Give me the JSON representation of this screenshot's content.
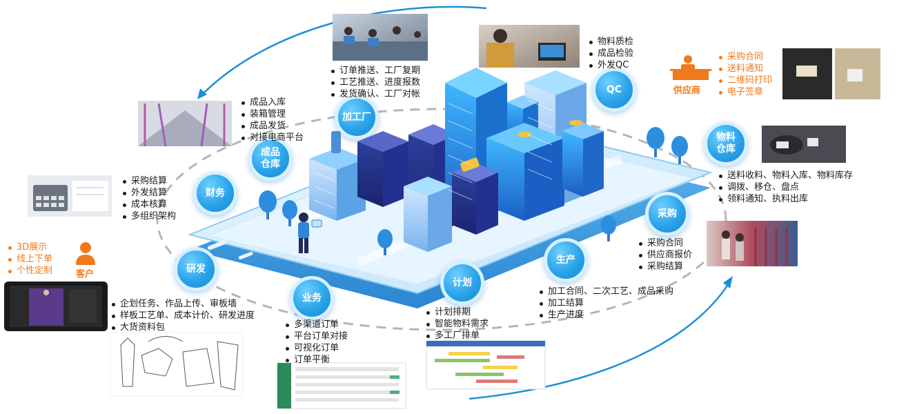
{
  "nodes": {
    "factory": "加工厂",
    "qc": "QC",
    "material_warehouse_line1": "物料",
    "material_warehouse_line2": "仓库",
    "product_warehouse_line1": "成品",
    "product_warehouse_line2": "仓库",
    "finance": "财务",
    "rnd": "研发",
    "business": "业务",
    "plan": "计划",
    "production": "生产",
    "purchase": "采购"
  },
  "lists": {
    "factory": [
      "订单推送、工厂复期",
      "工艺推送、进度报数",
      "发货确认、工厂对帐"
    ],
    "qc": [
      "物料质检",
      "成品检验",
      "外发QC"
    ],
    "supplier": [
      "采购合同",
      "送料通知",
      "二维码打印",
      "电子签章"
    ],
    "product_warehouse": [
      "成品入库",
      "装箱管理",
      "成品发货",
      "对接电商平台"
    ],
    "material_warehouse": [
      "送料收料、物料入库、物料库存",
      "调拨、移仓、盘点",
      "领料通知、执料出库"
    ],
    "finance": [
      "采购结算",
      "外发结算",
      "成本核算",
      "多组织架构"
    ],
    "customer": [
      "3D展示",
      "线上下单",
      "个性定制"
    ],
    "purchase": [
      "采购合同",
      "供应商报价",
      "采购结算"
    ],
    "rnd": [
      "企划任务、作品上传、审板墙",
      "样板工艺单、成本计价、研发进度",
      "大货资料包"
    ],
    "production": [
      "加工合同、二次工艺、成品采购",
      "加工结算",
      "生产进度"
    ],
    "plan": [
      "计划排期",
      "智能物料需求",
      "多工厂排单"
    ],
    "business": [
      "多渠道订单",
      "平台订单对接",
      "可视化订单",
      "订单平衡"
    ]
  },
  "roles": {
    "supplier": "供应商",
    "customer": "客户"
  },
  "colors": {
    "node_blue": "#2aa3ea",
    "accent_orange": "#f07a1a",
    "arrow_blue": "#1c8fd6",
    "dash_gray": "#b5b5b5"
  },
  "icons": [
    "person-desk-icon",
    "person-icon",
    "arrow-head-icon"
  ]
}
